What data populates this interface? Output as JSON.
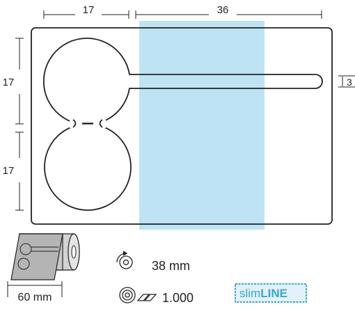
{
  "dimensions": {
    "top_left": "17",
    "top_right": "36",
    "left_upper": "17",
    "left_lower": "17",
    "right_slot": "3",
    "bottom_width": "60 mm"
  },
  "specs": {
    "core_value": "38 mm",
    "quantity_value": "1.000",
    "core_icon": "roll-core-icon",
    "quantity_icon": "roll-quantity-icon"
  },
  "brand": {
    "slim": "slim",
    "line": "LINE"
  },
  "colors": {
    "highlight": "#bde3f4",
    "outline": "#222222",
    "brand_stamp": "#3aa6d6",
    "roll_gray": "#d2d2d2"
  }
}
